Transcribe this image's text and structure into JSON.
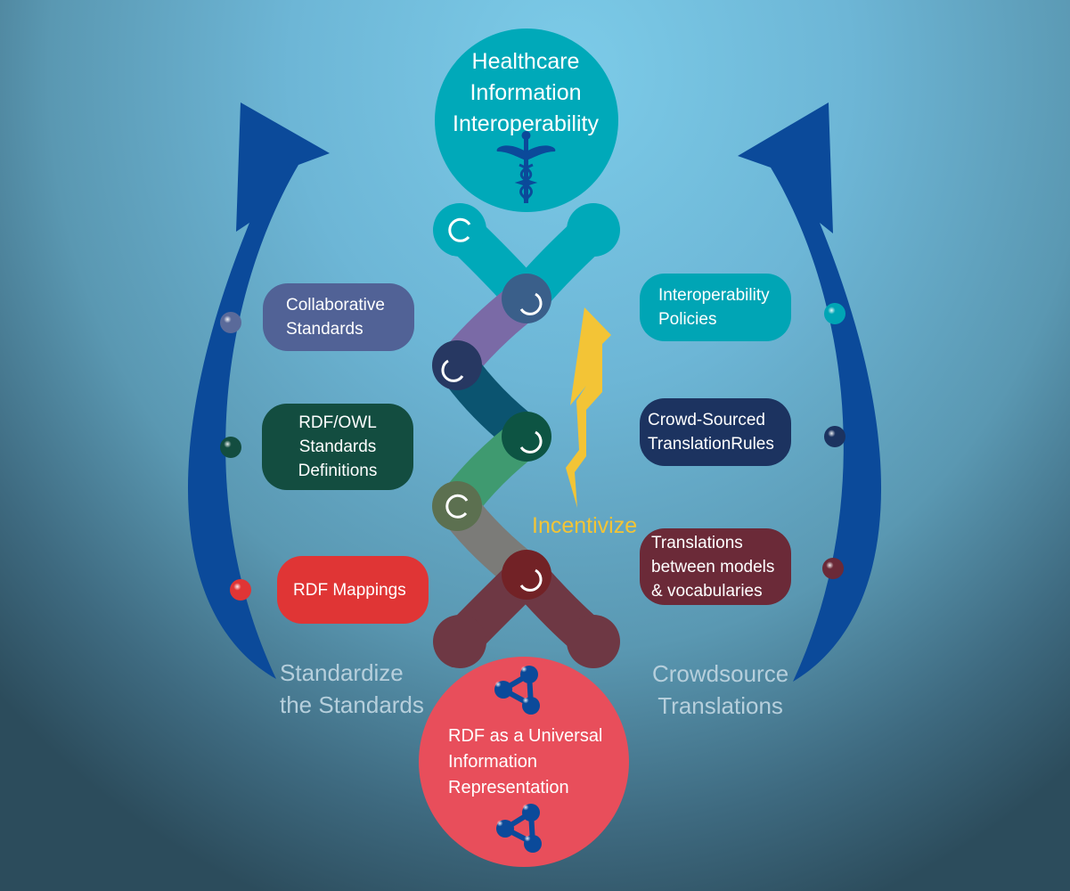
{
  "top_circle": {
    "lines": [
      "Healthcare",
      "Information",
      "Interoperability"
    ],
    "icon": "caduceus-icon",
    "color": "#00a9b9"
  },
  "bottom_circle": {
    "lines": [
      "RDF as a Universal",
      "Information",
      "Representation"
    ],
    "icon": "molecule-icon",
    "color": "#e84e5b"
  },
  "left_items": [
    {
      "lines": [
        "Collaborative",
        "Standards"
      ],
      "color": "#516296"
    },
    {
      "lines": [
        "RDF/OWL",
        "Standards",
        "Definitions"
      ],
      "color": "#134d40"
    },
    {
      "lines": [
        "RDF Mappings"
      ],
      "color": "#e03535"
    }
  ],
  "right_items": [
    {
      "lines": [
        "Interoperability",
        "Policies"
      ],
      "color": "#00a5b5"
    },
    {
      "lines": [
        "Crowd-Sourced",
        "TranslationRules"
      ],
      "color": "#1c3360"
    },
    {
      "lines": [
        "Translations",
        "between models",
        "& vocabularies"
      ],
      "color": "#6b2a38"
    }
  ],
  "center_label": "Incentivize",
  "left_arrow_label": [
    "Standardize",
    "the Standards"
  ],
  "right_arrow_label": [
    "Crowdsource",
    "Translations"
  ]
}
